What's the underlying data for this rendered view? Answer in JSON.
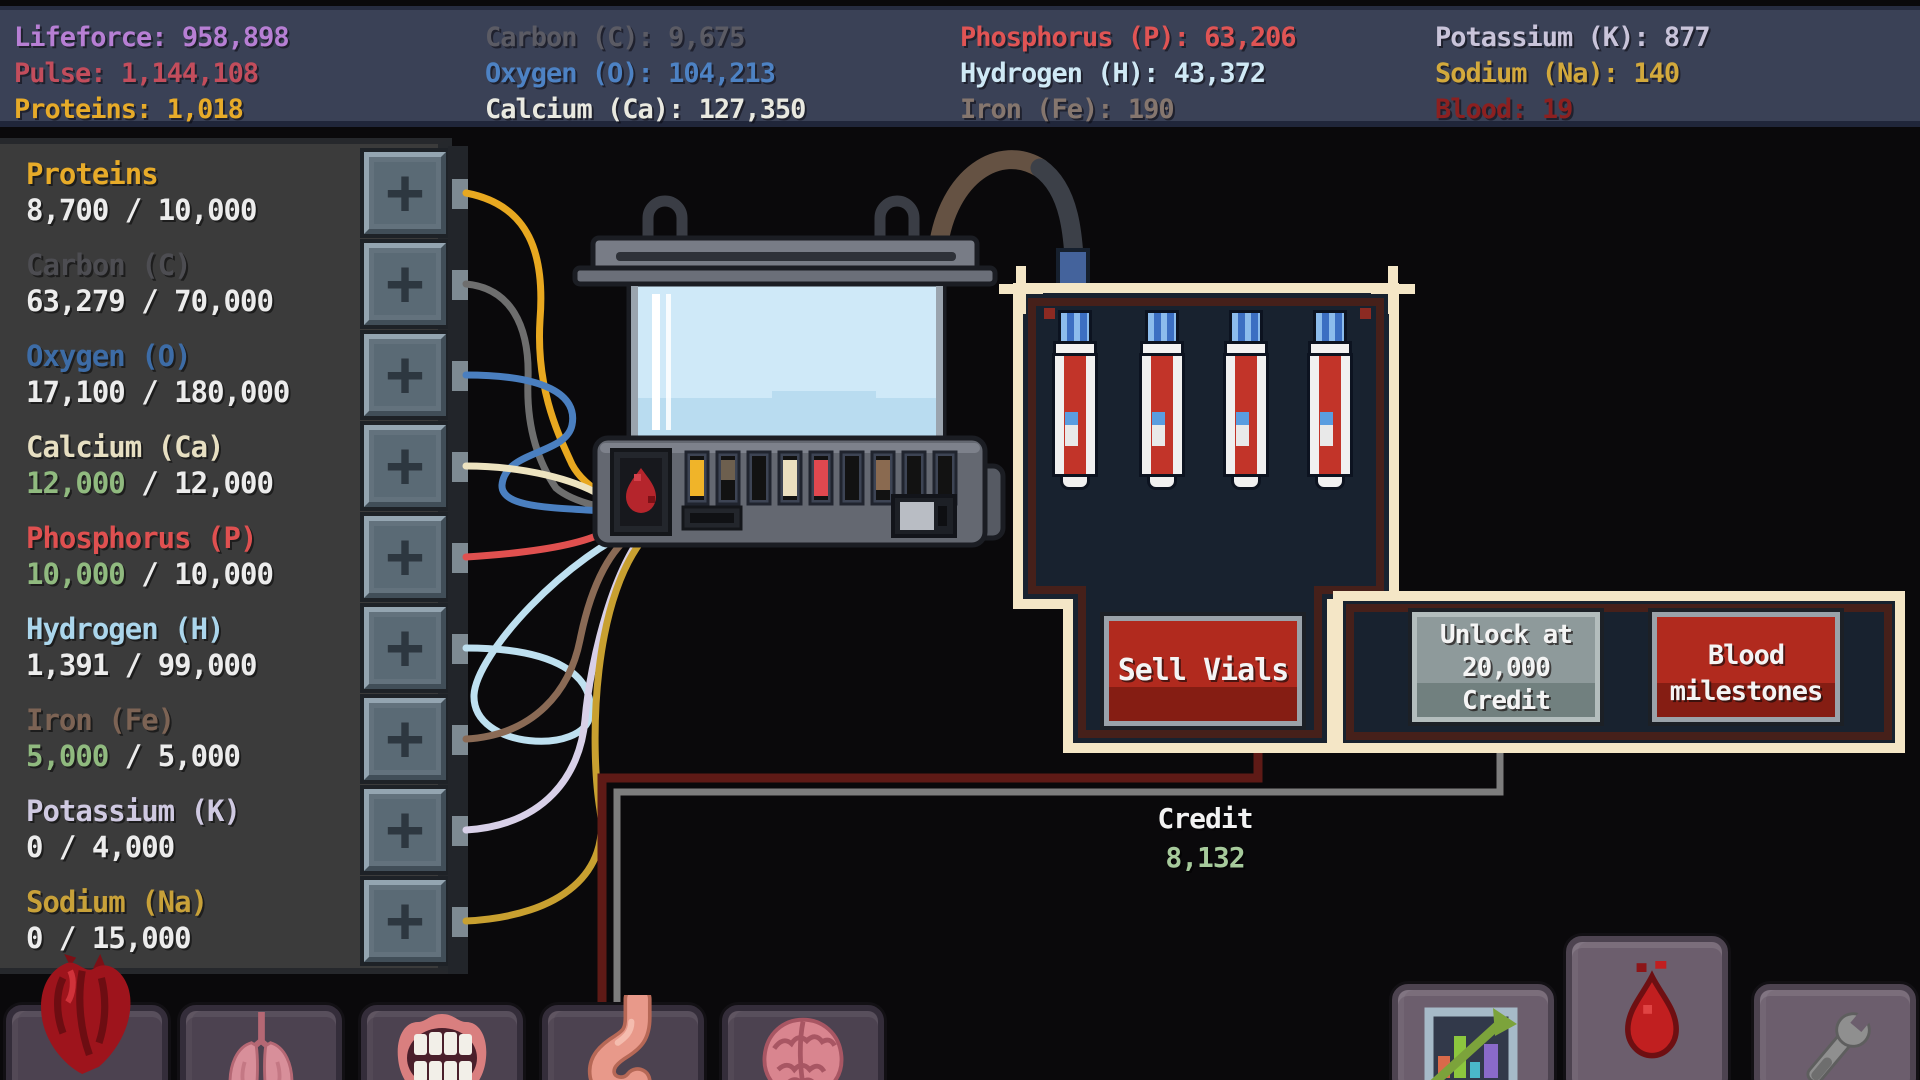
{
  "top_bar": {
    "columns": [
      {
        "items": [
          {
            "label": "Lifeforce:",
            "value": "958,898",
            "color": "#b77fd4"
          },
          {
            "label": "Pulse:",
            "value": "1,144,108",
            "color": "#c34d5c"
          },
          {
            "label": "Proteins:",
            "value": "1,018",
            "color": "#e7ab29"
          }
        ]
      },
      {
        "items": [
          {
            "label": "Carbon (C):",
            "value": "9,675",
            "color": "#5b5b64"
          },
          {
            "label": "Oxygen (O):",
            "value": "104,213",
            "color": "#4d82c4"
          },
          {
            "label": "Calcium (Ca):",
            "value": "127,350",
            "color": "#e9e9e0"
          }
        ]
      },
      {
        "items": [
          {
            "label": "Phosphorus (P):",
            "value": "63,206",
            "color": "#e05454"
          },
          {
            "label": "Hydrogen (H):",
            "value": "43,372",
            "color": "#cfe9f5"
          },
          {
            "label": "Iron (Fe):",
            "value": "190",
            "color": "#85766e"
          }
        ]
      },
      {
        "items": [
          {
            "label": "Potassium (K):",
            "value": "877",
            "color": "#c9c4da"
          },
          {
            "label": "Sodium (Na):",
            "value": "140",
            "color": "#d3a93c"
          },
          {
            "label": "Blood:",
            "value": "19",
            "color": "#8c2020"
          }
        ]
      }
    ]
  },
  "sidebar": {
    "add_label": "+",
    "separator": " / ",
    "resources": [
      {
        "name": "Proteins",
        "current": "8,700",
        "max": "10,000",
        "label_color": "#e7ab29",
        "current_color": "#ececec",
        "wire_color": "#e8a820"
      },
      {
        "name": "Carbon (C)",
        "current": "63,279",
        "max": "70,000",
        "label_color": "#4d4d52",
        "current_color": "#ececec",
        "wire_color": "#6e6e6e"
      },
      {
        "name": "Oxygen (O)",
        "current": "17,100",
        "max": "180,000",
        "label_color": "#3d6ca6",
        "current_color": "#ececec",
        "wire_color": "#4a7fc0"
      },
      {
        "name": "Calcium (Ca)",
        "current": "12,000",
        "max": "12,000",
        "label_color": "#e7dfc2",
        "current_color": "#90ba7f",
        "wire_color": "#ede3c0"
      },
      {
        "name": "Phosphorus (P)",
        "current": "10,000",
        "max": "10,000",
        "label_color": "#df5050",
        "current_color": "#90ba7f",
        "wire_color": "#e0504f"
      },
      {
        "name": "Hydrogen (H)",
        "current": "1,391",
        "max": "99,000",
        "label_color": "#abd6ec",
        "current_color": "#ececec",
        "wire_color": "#bee0f0"
      },
      {
        "name": "Iron (Fe)",
        "current": "5,000",
        "max": "5,000",
        "label_color": "#7c6354",
        "current_color": "#90ba7f",
        "wire_color": "#8a6a55"
      },
      {
        "name": "Potassium (K)",
        "current": "0",
        "max": "4,000",
        "label_color": "#cfc9e1",
        "current_color": "#ececec",
        "wire_color": "#d8d0e8"
      },
      {
        "name": "Sodium (Na)",
        "current": "0",
        "max": "15,000",
        "label_color": "#c8a139",
        "current_color": "#ececec",
        "wire_color": "#c8a030"
      }
    ]
  },
  "vial_panel": {
    "sell_button_label": "Sell Vials",
    "vial_count": "4"
  },
  "actions_panel": {
    "unlock_button_lines": [
      "Unlock at",
      "20,000",
      "Credit"
    ],
    "milestones_button_lines": [
      "Blood",
      "milestones"
    ]
  },
  "credit": {
    "label": "Credit",
    "value": "8,132",
    "value_color": "#a6ca9b"
  },
  "bottom_bar": {
    "left_icons": [
      "heart-icon",
      "lungs-icon",
      "mouth-icon",
      "stomach-icon",
      "brain-icon"
    ],
    "right_icons": [
      "stats-chart-icon",
      "blood-drop-icon",
      "wrench-icon"
    ]
  },
  "colors": {
    "sell_wire": "#5e1a16",
    "credit_wire": "#7d7d7d",
    "panel_trim": "#f4e6c6",
    "panel_inner": "#46201a",
    "panel_bg": "#18222f"
  }
}
